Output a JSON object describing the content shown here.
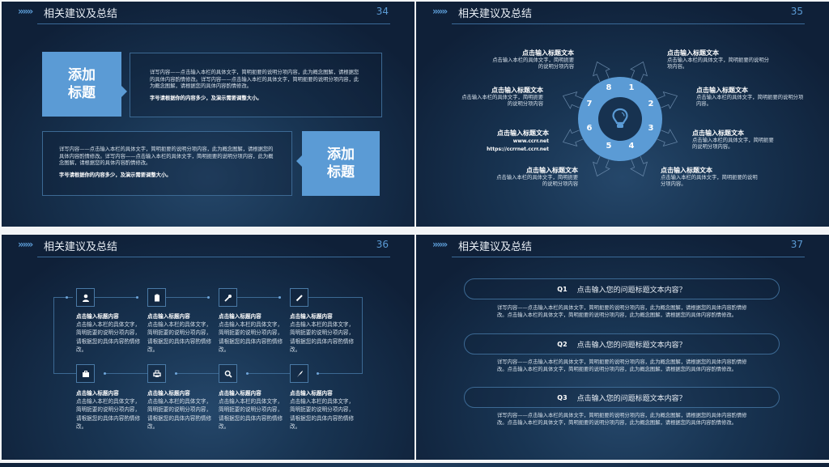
{
  "header": {
    "title": "相关建议及总结",
    "chevron_icon": "»»»"
  },
  "slide34": {
    "page_number": "34",
    "tag1": "添加\n标题",
    "tag2": "添加\n标题",
    "box1": {
      "body": "详写内容——点击输入本栏的具体文字，简明扼要的说明分项内容，此为概念图解，请根据您的具体内容酌情修改。详写内容——点击输入本栏的具体文字，简明扼要的说明分项内容，此为概念图解，请根据您的具体内容酌情修改。",
      "note": "字号请根据你的内容多少，及演示需要调整大小。"
    },
    "box2": {
      "body": "详写内容——点击输入本栏的具体文字，简明扼要的说明分项内容，此为概念图解，请根据您的具体内容酌情修改。详写内容——点击输入本栏的具体文字，简明扼要的说明分项内容，此为概念图解，请根据您的具体内容酌情修改。",
      "note": "字号请根据你的内容多少，及演示需要调整大小。"
    }
  },
  "slide35": {
    "page_number": "35",
    "center_icon": "lightbulb-icon",
    "wheel_numbers": [
      "1",
      "2",
      "3",
      "4",
      "5",
      "6",
      "7",
      "8"
    ],
    "items": [
      {
        "title": "点击输入标题文本",
        "desc": "点击输入本栏的具体文字，简明扼要的说明分项内容"
      },
      {
        "title": "点击输入标题文本",
        "desc": "点击输入本栏的具体文字，简明扼要的说明分项内容"
      },
      {
        "title": "点击输入标题文本",
        "url1": "www.ccrr.net",
        "url2": "https://ccrrnet.ccrr.net"
      },
      {
        "title": "点击输入标题文本",
        "desc": "点击输入本栏的具体文字，简明扼要的说明分项内容"
      },
      {
        "title": "点击输入标题文本",
        "desc": "点击输入本栏的具体文字，简明扼要的说明分项内容。"
      },
      {
        "title": "点击输入标题文本",
        "desc": "点击输入本栏的具体文字，简明扼要的说明分项内容。"
      },
      {
        "title": "点击输入标题文本",
        "desc": "点击输入本栏的具体文字，简明扼要的说明分项内容。"
      },
      {
        "title": "点击输入标题文本",
        "desc": "点击输入本栏的具体文字，简明扼要的说明分项内容。"
      }
    ]
  },
  "slide36": {
    "page_number": "36",
    "items": [
      {
        "icon": "user-icon",
        "title": "点击输入标题内容",
        "desc": "点击输入本栏的具体文字，简明扼要的说明分项内容，请根据您的具体内容酌情修改。"
      },
      {
        "icon": "clipboard-icon",
        "title": "点击输入标题内容",
        "desc": "点击输入本栏的具体文字，简明扼要的说明分项内容，请根据您的具体内容酌情修改。"
      },
      {
        "icon": "wrench-icon",
        "title": "点击输入标题内容",
        "desc": "点击输入本栏的具体文字，简明扼要的说明分项内容，请根据您的具体内容酌情修改。"
      },
      {
        "icon": "pencil-icon",
        "title": "点击输入标题内容",
        "desc": "点击输入本栏的具体文字，简明扼要的说明分项内容，请根据您的具体内容酌情修改。"
      },
      {
        "icon": "briefcase-icon",
        "title": "点击输入标题内容",
        "desc": "点击输入本栏的具体文字，简明扼要的说明分项内容，请根据您的具体内容酌情修改。"
      },
      {
        "icon": "printer-icon",
        "title": "点击输入标题内容",
        "desc": "点击输入本栏的具体文字，简明扼要的说明分项内容，请根据您的具体内容酌情修改。"
      },
      {
        "icon": "search-icon",
        "title": "点击输入标题内容",
        "desc": "点击输入本栏的具体文字，简明扼要的说明分项内容，请根据您的具体内容酌情修改。"
      },
      {
        "icon": "quill-icon",
        "title": "点击输入标题内容",
        "desc": "点击输入本栏的具体文字，简明扼要的说明分项内容，请根据您的具体内容酌情修改。"
      }
    ]
  },
  "slide37": {
    "page_number": "37",
    "questions": [
      {
        "label": "Q1",
        "title": "点击输入您的问题标题文本内容？",
        "desc": "详写内容——点击输入本栏的具体文字，简明扼要的说明分项内容，此为概念图解，请根据您的具体内容酌情修改。点击输入本栏的具体文字，简明扼要的说明分项内容，此为概念图解，请根据您的具体内容酌情修改。"
      },
      {
        "label": "Q2",
        "title": "点击输入您的问题标题文本内容？",
        "desc": "详写内容——点击输入本栏的具体文字，简明扼要的说明分项内容，此为概念图解，请根据您的具体内容酌情修改。点击输入本栏的具体文字，简明扼要的说明分项内容，此为概念图解，请根据您的具体内容酌情修改。"
      },
      {
        "label": "Q3",
        "title": "点击输入您的问题标题文本内容？",
        "desc": "详写内容——点击输入本栏的具体文字，简明扼要的说明分项内容，此为概念图解，请根据您的具体内容酌情修改。点击输入本栏的具体文字，简明扼要的说明分项内容，此为概念图解，请根据您的具体内容酌情修改。"
      }
    ]
  },
  "colors": {
    "accent": "#5b9bd5",
    "background_dark": "#0f2038",
    "background_mid": "#25476a",
    "line": "#3c6993"
  }
}
